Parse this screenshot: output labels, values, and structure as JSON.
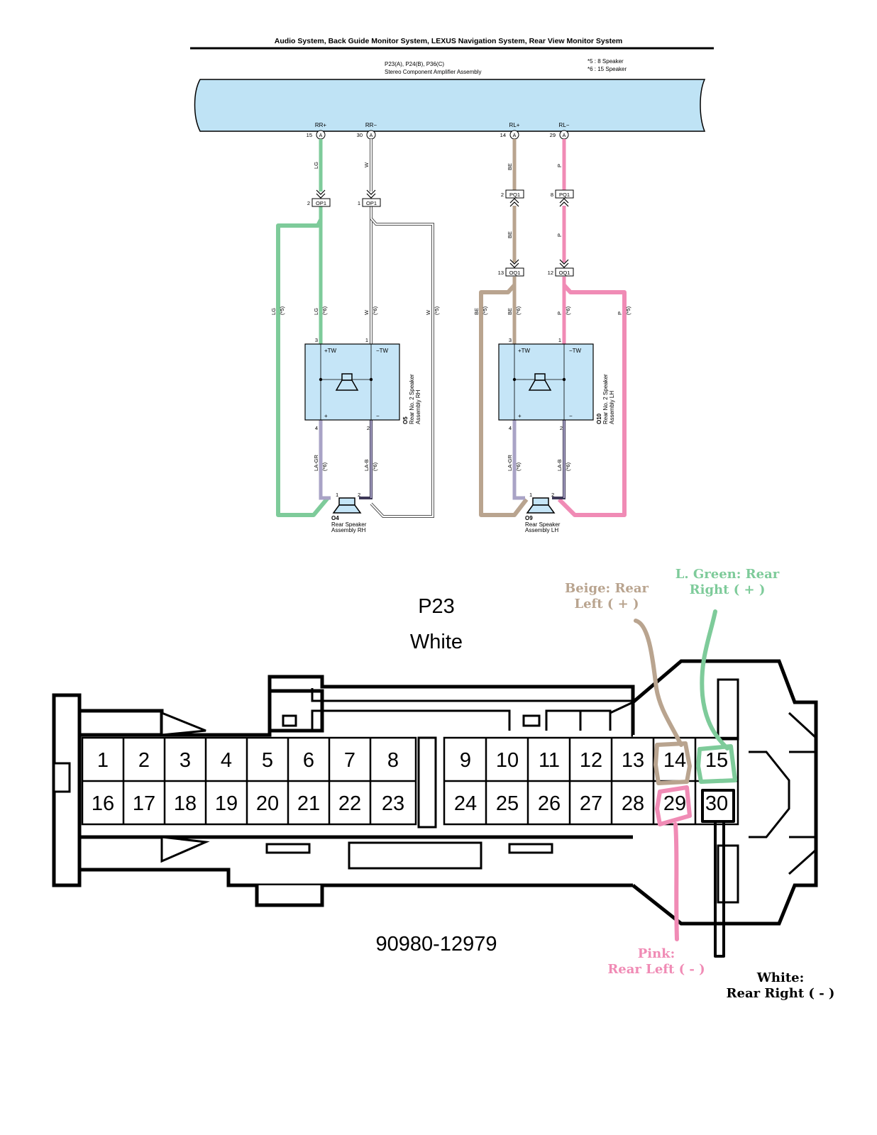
{
  "header": {
    "title": "Audio System, Back Guide Monitor System, LEXUS Navigation System, Rear View Monitor System",
    "amp_code": "P23(A), P24(B), P36(C)",
    "amp_name": "Stereo Component Amplifier Assembly",
    "note_1": "*5 : 8 Speaker",
    "note_2": "*6 : 15 Speaker"
  },
  "amp_terminals": [
    {
      "label": "RR+",
      "pin": "15",
      "conn": "A"
    },
    {
      "label": "RR−",
      "pin": "30",
      "conn": "A"
    },
    {
      "label": "RL+",
      "pin": "14",
      "conn": "A"
    },
    {
      "label": "RL−",
      "pin": "29",
      "conn": "A"
    }
  ],
  "wire_labels": {
    "lg": "LG",
    "w": "W",
    "be": "BE",
    "p": "P",
    "la_gr": "LA-GR",
    "la_b": "LA-B",
    "var5": "(*5)",
    "var6": "(*6)"
  },
  "connectors": {
    "op1_a": {
      "pin": "2",
      "name": "OP1"
    },
    "op1_b": {
      "pin": "1",
      "name": "OP1"
    },
    "pq1_a": {
      "pin": "2",
      "name": "PQ1"
    },
    "pq1_b": {
      "pin": "8",
      "name": "PQ1"
    },
    "oq1_a": {
      "pin": "13",
      "name": "OQ1"
    },
    "oq1_b": {
      "pin": "12",
      "name": "OQ1"
    }
  },
  "speakers": {
    "o5": {
      "code": "O5",
      "name1": "Rear No. 2 Speaker",
      "name2": "Assembly RH"
    },
    "o10": {
      "code": "O10",
      "name1": "Rear No. 2 Speaker",
      "name2": "Assembly LH"
    },
    "o4": {
      "code": "O4",
      "name1": "Rear Speaker",
      "name2": "Assembly RH"
    },
    "o9": {
      "code": "O9",
      "name1": "Rear Speaker",
      "name2": "Assembly LH"
    },
    "tw_plus": "+TW",
    "tw_minus": "−TW",
    "plus": "+",
    "minus": "−",
    "pin_1": "1",
    "pin_2": "2",
    "pin_3": "3",
    "pin_4": "4"
  },
  "plug": {
    "name": "P23",
    "color": "White",
    "part_number": "90980-12979",
    "pins_row1": [
      "1",
      "2",
      "3",
      "4",
      "5",
      "6",
      "7",
      "8",
      "9",
      "10",
      "11",
      "12",
      "13",
      "14",
      "15"
    ],
    "pins_row2": [
      "16",
      "17",
      "18",
      "19",
      "20",
      "21",
      "22",
      "23",
      "24",
      "25",
      "26",
      "27",
      "28",
      "29",
      "30"
    ]
  },
  "annotations": {
    "beige_1": "Beige: Rear",
    "beige_2": "Left ( + )",
    "green_1": "L. Green: Rear",
    "green_2": "Right ( + )",
    "pink_1": "Pink:",
    "pink_2": "Rear Left ( - )",
    "white_1": "White:",
    "white_2": "Rear Right ( - )"
  },
  "colors": {
    "green": "#7ecb9a",
    "beige": "#b9a48f",
    "pink": "#f08bb5",
    "violet": "#a9a3c6",
    "amp_fill": "#bfe3f5",
    "speaker_fill": "#c5e5f7"
  }
}
